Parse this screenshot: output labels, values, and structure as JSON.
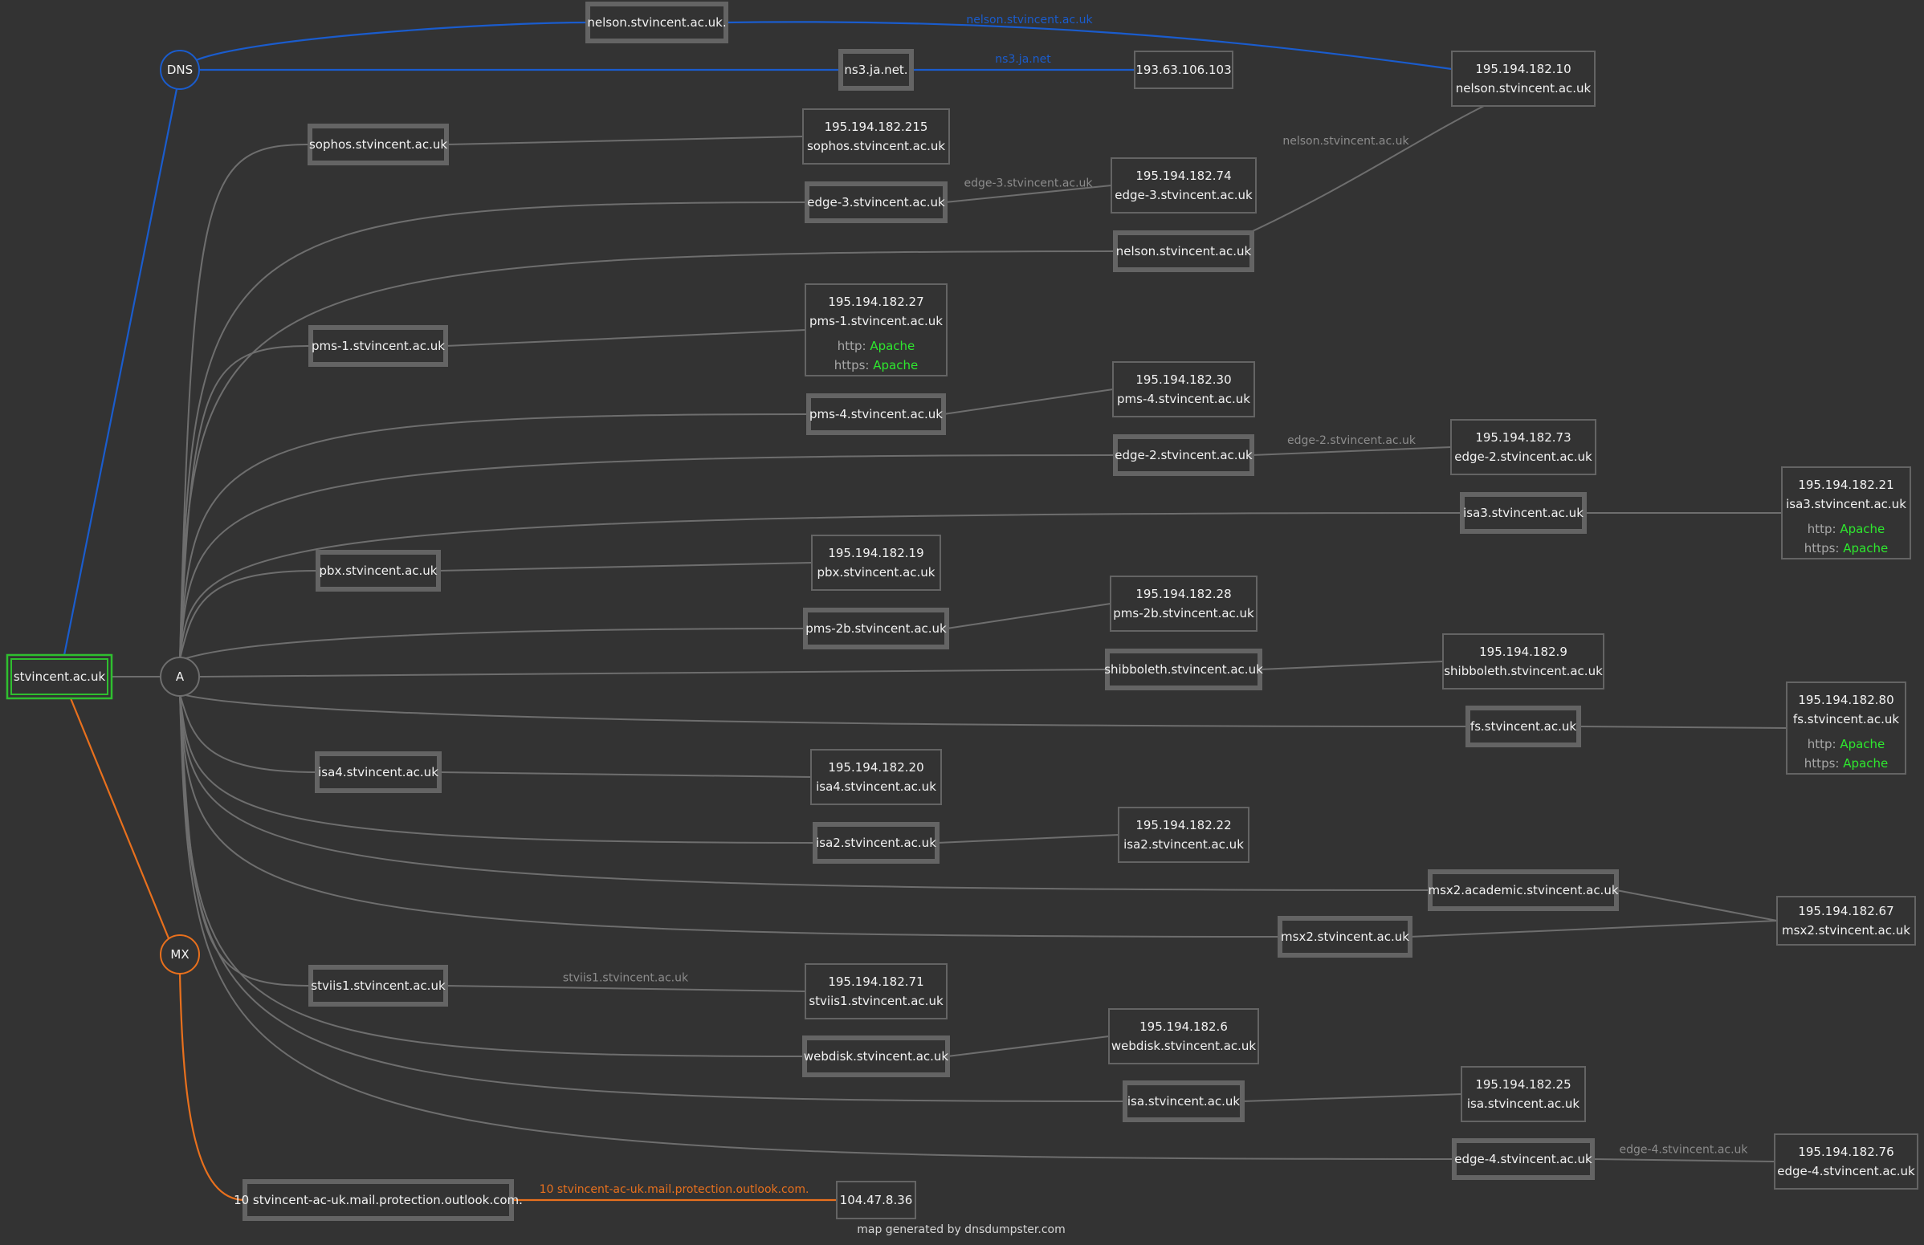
{
  "root": "stvincent.ac.uk",
  "groups": [
    {
      "key": "dns",
      "label": "DNS",
      "color": "#1a5ccd"
    },
    {
      "key": "a",
      "label": "A",
      "color": "#6e6e6e"
    },
    {
      "key": "mx",
      "label": "MX",
      "color": "#e8701d"
    }
  ],
  "hosts": [
    {
      "id": "h-nelson-dns",
      "group": "dns",
      "label": "nelson.stvincent.ac.uk.",
      "target": "ip-10",
      "edge_label": "nelson.stvincent.ac.uk"
    },
    {
      "id": "h-ns3",
      "group": "dns",
      "label": "ns3.ja.net.",
      "target": "ip-ns3",
      "edge_label": "ns3.ja.net"
    },
    {
      "id": "h-sophos",
      "group": "a",
      "label": "sophos.stvincent.ac.uk",
      "target": "ip-215"
    },
    {
      "id": "h-edge3",
      "group": "a",
      "label": "edge-3.stvincent.ac.uk",
      "target": "ip-74",
      "edge_label": "edge-3.stvincent.ac.uk"
    },
    {
      "id": "h-nelson",
      "group": "a",
      "label": "nelson.stvincent.ac.uk",
      "target": "ip-10",
      "edge_label": "nelson.stvincent.ac.uk"
    },
    {
      "id": "h-pms1",
      "group": "a",
      "label": "pms-1.stvincent.ac.uk",
      "target": "ip-27"
    },
    {
      "id": "h-pms4",
      "group": "a",
      "label": "pms-4.stvincent.ac.uk",
      "target": "ip-30"
    },
    {
      "id": "h-edge2",
      "group": "a",
      "label": "edge-2.stvincent.ac.uk",
      "target": "ip-73",
      "edge_label": "edge-2.stvincent.ac.uk"
    },
    {
      "id": "h-isa3",
      "group": "a",
      "label": "isa3.stvincent.ac.uk",
      "target": "ip-21"
    },
    {
      "id": "h-pbx",
      "group": "a",
      "label": "pbx.stvincent.ac.uk",
      "target": "ip-19"
    },
    {
      "id": "h-pms2b",
      "group": "a",
      "label": "pms-2b.stvincent.ac.uk",
      "target": "ip-28"
    },
    {
      "id": "h-shib",
      "group": "a",
      "label": "shibboleth.stvincent.ac.uk",
      "target": "ip-9"
    },
    {
      "id": "h-fs",
      "group": "a",
      "label": "fs.stvincent.ac.uk",
      "target": "ip-80"
    },
    {
      "id": "h-isa4",
      "group": "a",
      "label": "isa4.stvincent.ac.uk",
      "target": "ip-20"
    },
    {
      "id": "h-isa2",
      "group": "a",
      "label": "isa2.stvincent.ac.uk",
      "target": "ip-22"
    },
    {
      "id": "h-msx2a",
      "group": "a",
      "label": "msx2.academic.stvincent.ac.uk",
      "target": "ip-67"
    },
    {
      "id": "h-msx2",
      "group": "a",
      "label": "msx2.stvincent.ac.uk",
      "target": "ip-67"
    },
    {
      "id": "h-stviis1",
      "group": "a",
      "label": "stviis1.stvincent.ac.uk",
      "target": "ip-71",
      "edge_label": "stviis1.stvincent.ac.uk"
    },
    {
      "id": "h-webdisk",
      "group": "a",
      "label": "webdisk.stvincent.ac.uk",
      "target": "ip-6"
    },
    {
      "id": "h-isa",
      "group": "a",
      "label": "isa.stvincent.ac.uk",
      "target": "ip-25"
    },
    {
      "id": "h-edge4",
      "group": "a",
      "label": "edge-4.stvincent.ac.uk",
      "target": "ip-76",
      "edge_label": "edge-4.stvincent.ac.uk"
    },
    {
      "id": "h-mx",
      "group": "mx",
      "label": "10 stvincent-ac-uk.mail.protection.outlook.com.",
      "target": "ip-mx",
      "edge_label": "10 stvincent-ac-uk.mail.protection.outlook.com."
    }
  ],
  "ips": [
    {
      "id": "ip-10",
      "ip": "195.194.182.10",
      "name": "nelson.stvincent.ac.uk"
    },
    {
      "id": "ip-ns3",
      "ip": "193.63.106.103"
    },
    {
      "id": "ip-215",
      "ip": "195.194.182.215",
      "name": "sophos.stvincent.ac.uk"
    },
    {
      "id": "ip-74",
      "ip": "195.194.182.74",
      "name": "edge-3.stvincent.ac.uk"
    },
    {
      "id": "ip-27",
      "ip": "195.194.182.27",
      "name": "pms-1.stvincent.ac.uk",
      "services": [
        {
          "key": "http:",
          "value": "Apache"
        },
        {
          "key": "https:",
          "value": "Apache"
        }
      ]
    },
    {
      "id": "ip-30",
      "ip": "195.194.182.30",
      "name": "pms-4.stvincent.ac.uk"
    },
    {
      "id": "ip-73",
      "ip": "195.194.182.73",
      "name": "edge-2.stvincent.ac.uk"
    },
    {
      "id": "ip-21",
      "ip": "195.194.182.21",
      "name": "isa3.stvincent.ac.uk",
      "services": [
        {
          "key": "http:",
          "value": "Apache"
        },
        {
          "key": "https:",
          "value": "Apache"
        }
      ]
    },
    {
      "id": "ip-19",
      "ip": "195.194.182.19",
      "name": "pbx.stvincent.ac.uk"
    },
    {
      "id": "ip-28",
      "ip": "195.194.182.28",
      "name": "pms-2b.stvincent.ac.uk"
    },
    {
      "id": "ip-9",
      "ip": "195.194.182.9",
      "name": "shibboleth.stvincent.ac.uk"
    },
    {
      "id": "ip-80",
      "ip": "195.194.182.80",
      "name": "fs.stvincent.ac.uk",
      "services": [
        {
          "key": "http:",
          "value": "Apache"
        },
        {
          "key": "https:",
          "value": "Apache"
        }
      ]
    },
    {
      "id": "ip-20",
      "ip": "195.194.182.20",
      "name": "isa4.stvincent.ac.uk"
    },
    {
      "id": "ip-22",
      "ip": "195.194.182.22",
      "name": "isa2.stvincent.ac.uk"
    },
    {
      "id": "ip-67",
      "ip": "195.194.182.67",
      "name": "msx2.stvincent.ac.uk"
    },
    {
      "id": "ip-71",
      "ip": "195.194.182.71",
      "name": "stviis1.stvincent.ac.uk"
    },
    {
      "id": "ip-6",
      "ip": "195.194.182.6",
      "name": "webdisk.stvincent.ac.uk"
    },
    {
      "id": "ip-25",
      "ip": "195.194.182.25",
      "name": "isa.stvincent.ac.uk"
    },
    {
      "id": "ip-76",
      "ip": "195.194.182.76",
      "name": "edge-4.stvincent.ac.uk"
    },
    {
      "id": "ip-mx",
      "ip": "104.47.8.36"
    }
  ],
  "footer": "map generated by dnsdumpster.com"
}
